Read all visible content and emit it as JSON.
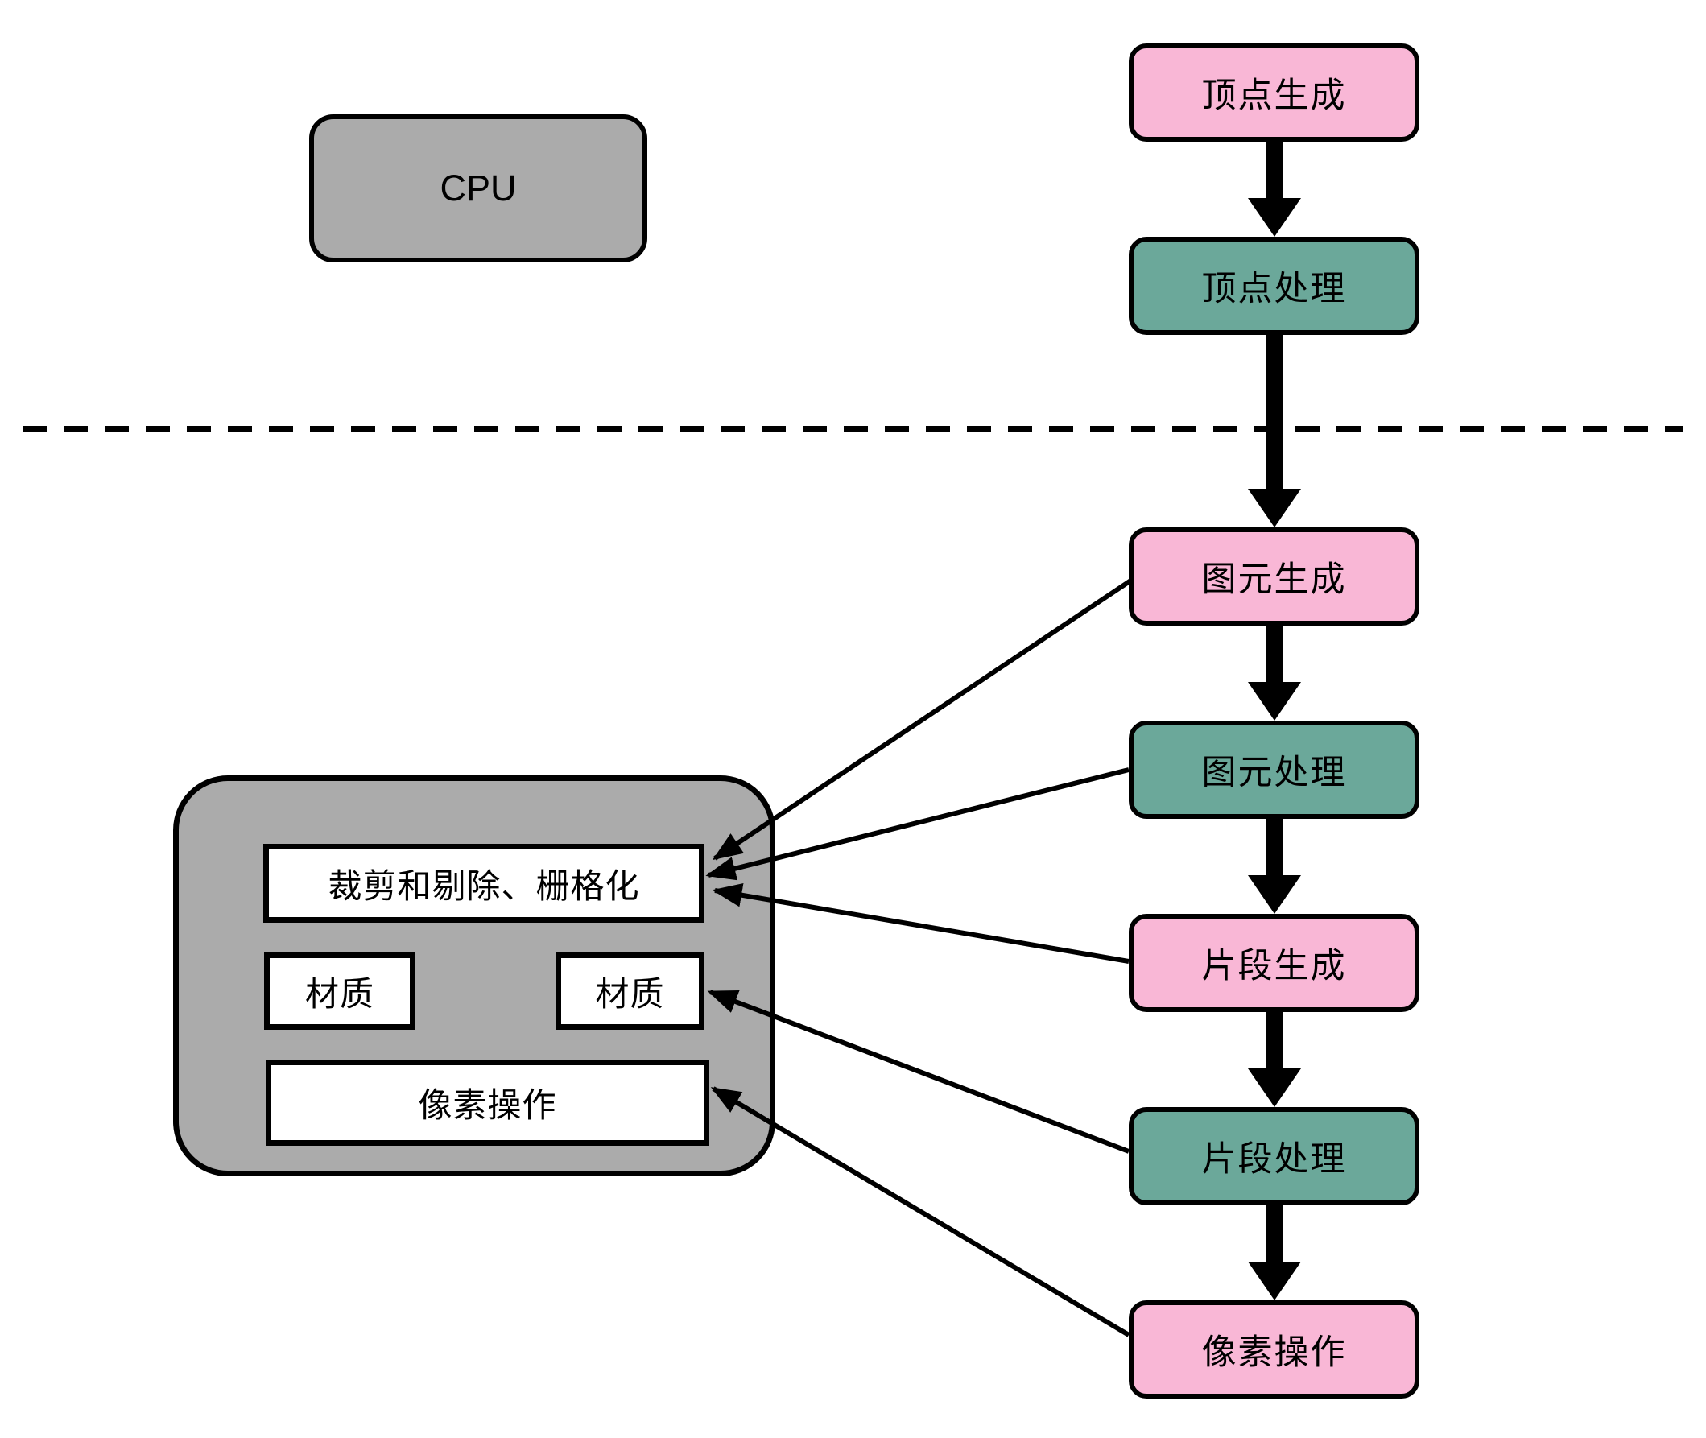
{
  "diagram": {
    "cpu": {
      "label": "CPU"
    },
    "pipeline": {
      "nodes": [
        {
          "id": "vertex-generation",
          "label": "顶点生成",
          "color": "pink"
        },
        {
          "id": "vertex-processing",
          "label": "顶点处理",
          "color": "teal"
        },
        {
          "id": "primitive-generation",
          "label": "图元生成",
          "color": "pink"
        },
        {
          "id": "primitive-processing",
          "label": "图元处理",
          "color": "teal"
        },
        {
          "id": "fragment-generation",
          "label": "片段生成",
          "color": "pink"
        },
        {
          "id": "fragment-processing",
          "label": "片段处理",
          "color": "teal"
        },
        {
          "id": "pixel-operations",
          "label": "像素操作",
          "color": "pink"
        }
      ]
    },
    "gpu_unit": {
      "boxes": [
        {
          "id": "clip-cull-rasterize",
          "label": "裁剪和剔除、栅格化"
        },
        {
          "id": "texture-left",
          "label": "材质"
        },
        {
          "id": "texture-right",
          "label": "材质"
        },
        {
          "id": "pixel-operations-box",
          "label": "像素操作"
        }
      ]
    },
    "edges": {
      "thick": [
        {
          "from": "vertex-generation",
          "to": "vertex-processing"
        },
        {
          "from": "vertex-processing",
          "to": "primitive-generation"
        },
        {
          "from": "primitive-generation",
          "to": "primitive-processing"
        },
        {
          "from": "primitive-processing",
          "to": "fragment-generation"
        },
        {
          "from": "fragment-generation",
          "to": "fragment-processing"
        },
        {
          "from": "fragment-processing",
          "to": "pixel-operations"
        }
      ],
      "thin": [
        {
          "from": "primitive-generation",
          "to": "clip-cull-rasterize"
        },
        {
          "from": "primitive-processing",
          "to": "clip-cull-rasterize"
        },
        {
          "from": "fragment-generation",
          "to": "clip-cull-rasterize"
        },
        {
          "from": "fragment-processing",
          "to": "texture-right"
        },
        {
          "from": "pixel-operations",
          "to": "pixel-operations-box"
        }
      ]
    },
    "colors": {
      "pink": "#F9B7D6",
      "teal": "#6BA89A",
      "gray": "#ABABAB",
      "line": "#000000",
      "box_fill": "#FFFFFF"
    }
  }
}
